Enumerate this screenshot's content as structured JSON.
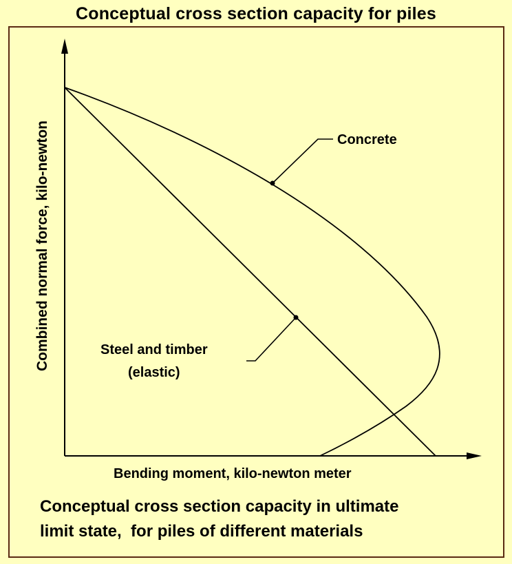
{
  "title": "Conceptual cross section capacity for piles",
  "axes": {
    "y_label": "Combined normal force, kilo-newton",
    "x_label": "Bending moment, kilo-newton meter"
  },
  "curves": {
    "concrete_label": "Concrete",
    "steel_label_line1": "Steel and timber",
    "steel_label_line2": "(elastic)"
  },
  "caption": {
    "line1": "Conceptual cross section capacity in ultimate",
    "line2": "limit state,  for piles of different materials"
  },
  "colors": {
    "background": "#ffffc0",
    "frame": "#5a2a12",
    "ink": "#000000"
  }
}
